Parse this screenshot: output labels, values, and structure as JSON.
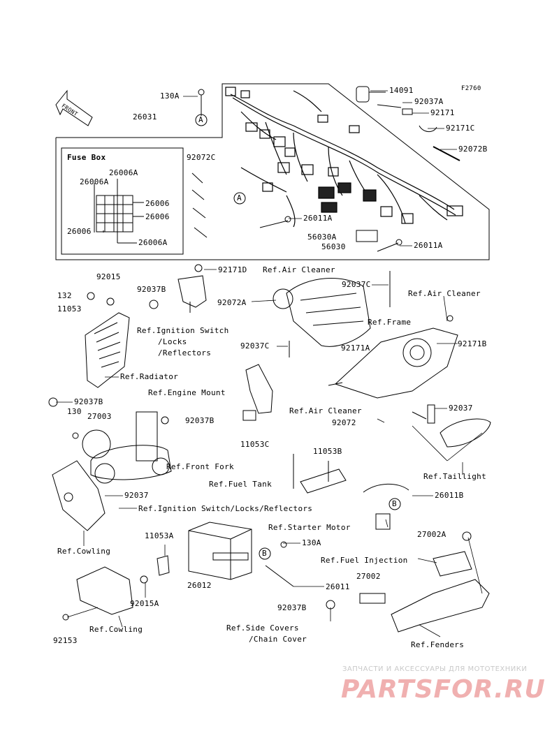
{
  "figure_code": "F2760",
  "fuse_box": {
    "title": "Fuse Box",
    "labels": [
      "26006A",
      "26006A",
      "26006",
      "26006",
      "26006",
      "26006A"
    ]
  },
  "front_label": "FRONT",
  "callouts": {
    "c_a": "A",
    "c_b": "B"
  },
  "part_numbers": [
    {
      "id": "p_130a_top",
      "text": "130A"
    },
    {
      "id": "p_26031",
      "text": "26031"
    },
    {
      "id": "p_14091",
      "text": "14091"
    },
    {
      "id": "p_92037a",
      "text": "92037A"
    },
    {
      "id": "p_92171",
      "text": "92171"
    },
    {
      "id": "p_92171c",
      "text": "92171C"
    },
    {
      "id": "p_92072b",
      "text": "92072B"
    },
    {
      "id": "p_92072c",
      "text": "92072C"
    },
    {
      "id": "p_26011a_1",
      "text": "26011A"
    },
    {
      "id": "p_56030a",
      "text": "56030A"
    },
    {
      "id": "p_56030",
      "text": "56030"
    },
    {
      "id": "p_26011a_2",
      "text": "26011A"
    },
    {
      "id": "p_92015",
      "text": "92015"
    },
    {
      "id": "p_132",
      "text": "132"
    },
    {
      "id": "p_11053",
      "text": "11053"
    },
    {
      "id": "p_92037b_1",
      "text": "92037B"
    },
    {
      "id": "p_92171d",
      "text": "92171D"
    },
    {
      "id": "p_92072a",
      "text": "92072A"
    },
    {
      "id": "p_92037c_1",
      "text": "92037C"
    },
    {
      "id": "p_92037c_2",
      "text": "92037C"
    },
    {
      "id": "p_92171a",
      "text": "92171A"
    },
    {
      "id": "p_92171b",
      "text": "92171B"
    },
    {
      "id": "p_92037b_2",
      "text": "92037B"
    },
    {
      "id": "p_130",
      "text": "130"
    },
    {
      "id": "p_27003",
      "text": "27003"
    },
    {
      "id": "p_92037b_3",
      "text": "92037B"
    },
    {
      "id": "p_11053c",
      "text": "11053C"
    },
    {
      "id": "p_92072",
      "text": "92072"
    },
    {
      "id": "p_92037_1",
      "text": "92037"
    },
    {
      "id": "p_11053b",
      "text": "11053B"
    },
    {
      "id": "p_92037_2",
      "text": "92037"
    },
    {
      "id": "p_26011b",
      "text": "26011B"
    },
    {
      "id": "p_11053a",
      "text": "11053A"
    },
    {
      "id": "p_130a_bottom",
      "text": "130A"
    },
    {
      "id": "p_27002a",
      "text": "27002A"
    },
    {
      "id": "p_26012",
      "text": "26012"
    },
    {
      "id": "p_26011",
      "text": "26011"
    },
    {
      "id": "p_27002",
      "text": "27002"
    },
    {
      "id": "p_92037b_4",
      "text": "92037B"
    },
    {
      "id": "p_92015a",
      "text": "92015A"
    },
    {
      "id": "p_92153",
      "text": "92153"
    }
  ],
  "references": [
    {
      "id": "r_air_cleaner_1",
      "text": "Ref.Air Cleaner"
    },
    {
      "id": "r_air_cleaner_2",
      "text": "Ref.Air Cleaner"
    },
    {
      "id": "r_ign_1",
      "text": "Ref.Ignition Switch"
    },
    {
      "id": "r_ign_2",
      "text": "/Locks"
    },
    {
      "id": "r_ign_3",
      "text": "/Reflectors"
    },
    {
      "id": "r_frame",
      "text": "Ref.Frame"
    },
    {
      "id": "r_radiator",
      "text": "Ref.Radiator"
    },
    {
      "id": "r_engine_mount",
      "text": "Ref.Engine Mount"
    },
    {
      "id": "r_air_cleaner_3",
      "text": "Ref.Air Cleaner"
    },
    {
      "id": "r_front_fork",
      "text": "Ref.Front Fork"
    },
    {
      "id": "r_fuel_tank",
      "text": "Ref.Fuel Tank"
    },
    {
      "id": "r_taillight",
      "text": "Ref.Taillight"
    },
    {
      "id": "r_ign_full",
      "text": "Ref.Ignition Switch/Locks/Reflectors"
    },
    {
      "id": "r_starter",
      "text": "Ref.Starter Motor"
    },
    {
      "id": "r_cowling_1",
      "text": "Ref.Cowling"
    },
    {
      "id": "r_fuel_inj",
      "text": "Ref.Fuel Injection"
    },
    {
      "id": "r_cowling_2",
      "text": "Ref.Cowling"
    },
    {
      "id": "r_side_1",
      "text": "Ref.Side Covers"
    },
    {
      "id": "r_side_2",
      "text": "/Chain Cover"
    },
    {
      "id": "r_fenders",
      "text": "Ref.Fenders"
    }
  ],
  "watermark": {
    "tagline": "ЗАПЧАСТИ И АКСЕССУАРЫ ДЛЯ МОТОТЕХНИКИ",
    "logo": "PARTSFOR.RU"
  }
}
